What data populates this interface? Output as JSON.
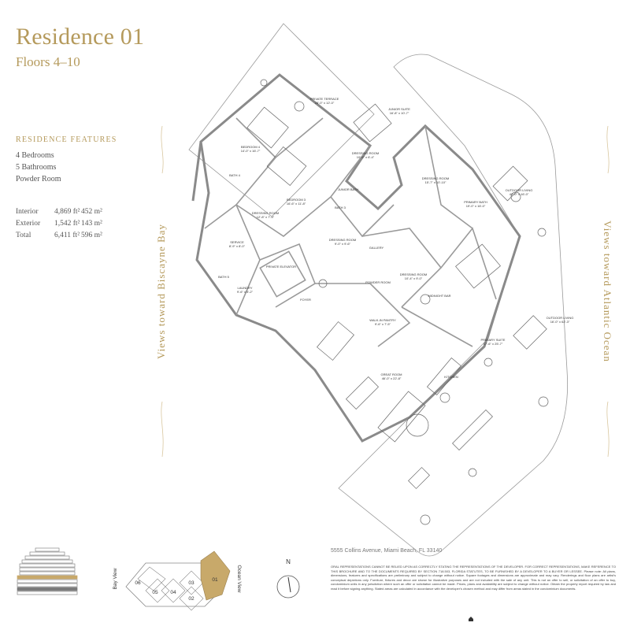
{
  "title": "Residence 01",
  "subtitle": "Floors 4–10",
  "features": {
    "heading": "RESIDENCE FEATURES",
    "items": [
      "4 Bedrooms",
      "5 Bathrooms",
      "Powder Room"
    ]
  },
  "areas": [
    {
      "label": "Interior",
      "sqft": "4,869 ft²",
      "sqm": "452 m²"
    },
    {
      "label": "Exterior",
      "sqft": "1,542 ft²",
      "sqm": "143 m²"
    },
    {
      "label": "Total",
      "sqft": "6,411 ft²",
      "sqm": "596 m²"
    }
  ],
  "views": {
    "bay": "Views toward Biscayne Bay",
    "ocean": "Views toward Atlantic Ocean"
  },
  "rooms": [
    {
      "name": "PRIVATE TERRACE",
      "dims": "28'-0\" x 12'-0\""
    },
    {
      "name": "BEDROOM 4",
      "dims": "14'-0\" x 16'-7\""
    },
    {
      "name": "BATH 4",
      "dims": ""
    },
    {
      "name": "BEDROOM 3",
      "dims": "16'-6\" x 11'-8\""
    },
    {
      "name": "JUNIOR SUITE",
      "dims": "16'-8\" x 10'-7\""
    },
    {
      "name": "DRESSING ROOM",
      "dims": "10'-6\" x 6'-4\""
    },
    {
      "name": "DRESSING ROOM",
      "dims": "12'-8\" x 7'-4\""
    },
    {
      "name": "JUNIOR BATH",
      "dims": ""
    },
    {
      "name": "BATH 3",
      "dims": ""
    },
    {
      "name": "DRESSING ROOM",
      "dims": "9'-0\" x 9'-6\""
    },
    {
      "name": "DRESSING ROOM",
      "dims": "15'-7\" x 10'-10\""
    },
    {
      "name": "PRIMARY BATH",
      "dims": "19'-0\" x 16'-0\""
    },
    {
      "name": "OUTDOOR LIVING",
      "dims": "42'-0\" x 16'-0\""
    },
    {
      "name": "SERVICE",
      "dims": "8'-9\" x 8'-0\""
    },
    {
      "name": "BATH 5",
      "dims": ""
    },
    {
      "name": "PRIVATE ELEVATOR",
      "dims": ""
    },
    {
      "name": "GALLERY",
      "dims": ""
    },
    {
      "name": "DRESSING ROOM",
      "dims": "10'-4\" x 9'-0\""
    },
    {
      "name": "POWDER ROOM",
      "dims": ""
    },
    {
      "name": "LAUNDRY",
      "dims": "9'-6\" x 5'-2\""
    },
    {
      "name": "FOYER",
      "dims": ""
    },
    {
      "name": "WALK-IN PANTRY",
      "dims": "9'-6\" x 7'-5\""
    },
    {
      "name": "MIDNIGHT BAR",
      "dims": ""
    },
    {
      "name": "PRIMARY SUITE",
      "dims": "17'-6\" x 25'-7\""
    },
    {
      "name": "OUTDOOR LIVING",
      "dims": "16'-0\" x 62'-3\""
    },
    {
      "name": "GREAT ROOM",
      "dims": "46'-0\" x 22'-8\""
    },
    {
      "name": "KITCHEN",
      "dims": ""
    }
  ],
  "key_plan": {
    "bay_label": "Bay View",
    "ocean_label": "Ocean View",
    "units": [
      "06",
      "05",
      "04",
      "03",
      "02",
      "01"
    ],
    "highlight": "01",
    "highlight_color": "#c8a96a"
  },
  "compass_label": "N",
  "address": "5555 Collins Avenue, Miami Beach, FL 33140",
  "disclaimer": "ORAL REPRESENTATIONS CANNOT BE RELIED UPON AS CORRECTLY STATING THE REPRESENTATIONS OF THE DEVELOPER. FOR CORRECT REPRESENTATIONS, MAKE REFERENCE TO THIS BROCHURE AND TO THE DOCUMENTS REQUIRED BY SECTION 718.503, FLORIDA STATUTES, TO BE FURNISHED BY A DEVELOPER TO A BUYER OR LESSEE. Please note: All plans, dimensions, features and specifications are preliminary and subject to change without notice. Square footages and dimensions are approximate and may vary. Renderings and floor plans are artist's conceptual depictions only. Furniture, fixtures and decor are shown for illustrative purposes and are not included with the sale of any unit. This is not an offer to sell, or solicitation of an offer to buy, condominium units in any jurisdiction where such an offer or solicitation cannot be made. Prices, plans and availability are subject to change without notice. Obtain the property report required by law and read it before signing anything. Stated areas are calculated in accordance with the developer's chosen method and may differ from areas stated in the condominium documents.",
  "colors": {
    "accent": "#b59a5c",
    "wall": "#8a8a8a",
    "highlight": "#c8a96a"
  }
}
